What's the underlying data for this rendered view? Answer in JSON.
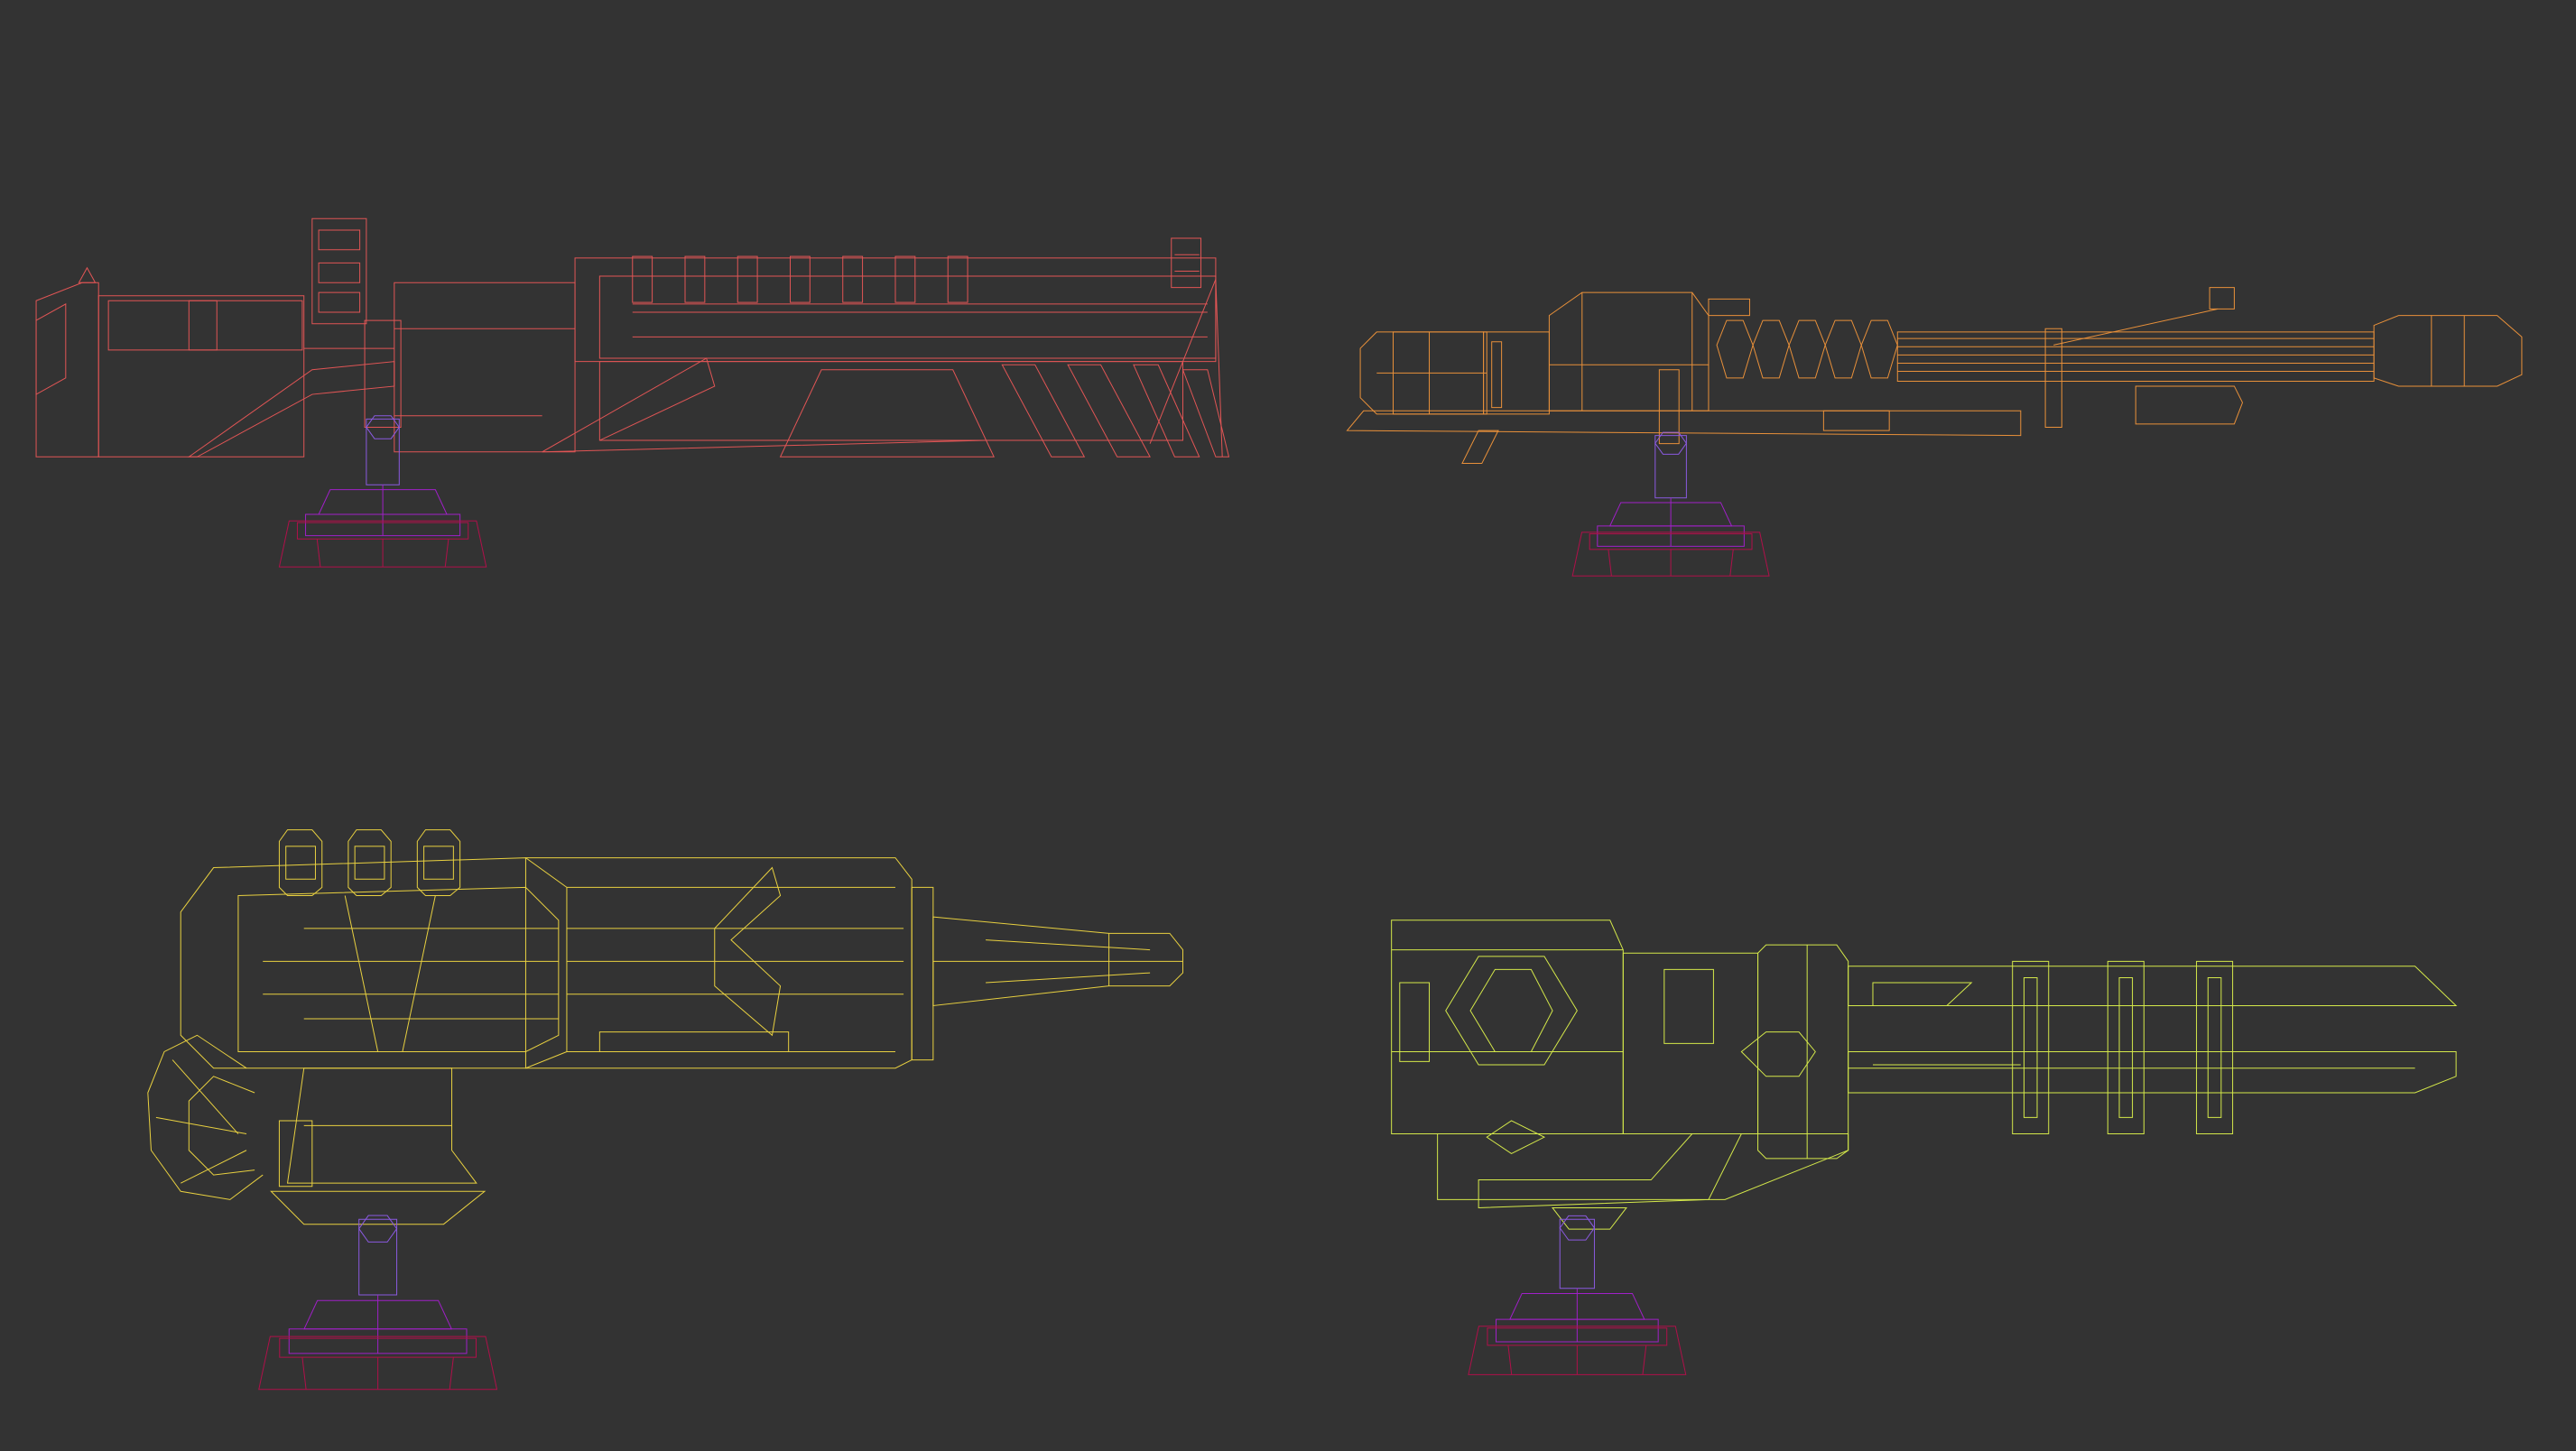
{
  "viewport": {
    "background": "#333333"
  },
  "models": [
    {
      "id": "turret-red",
      "color": "#e05555"
    },
    {
      "id": "turret-orange",
      "color": "#e8903a"
    },
    {
      "id": "turret-yellow",
      "color": "#e8d040"
    },
    {
      "id": "turret-lime",
      "color": "#d4e84a"
    }
  ],
  "base_colors": {
    "post": "#8a5ae0",
    "mount": "#a020c8",
    "skirt": "#b0104a"
  }
}
